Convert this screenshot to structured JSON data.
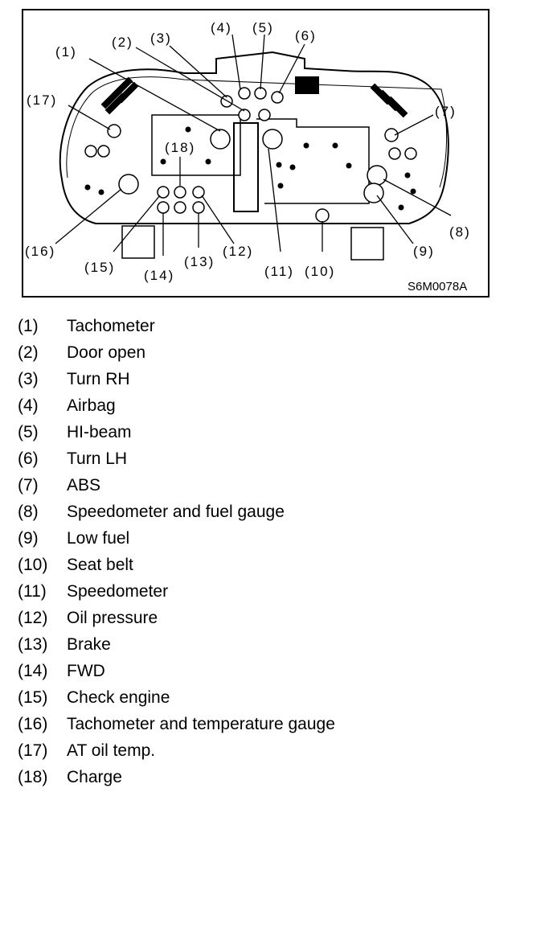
{
  "diagram": {
    "code": "S6M0078A",
    "callouts": [
      "(1)",
      "(2)",
      "(3)",
      "(4)",
      "(5)",
      "(6)",
      "(7)",
      "(8)",
      "(9)",
      "(10)",
      "(11)",
      "(12)",
      "(13)",
      "(14)",
      "(15)",
      "(16)",
      "(17)",
      "(18)"
    ]
  },
  "legend": [
    {
      "num": "(1)",
      "text": "Tachometer"
    },
    {
      "num": "(2)",
      "text": "Door open"
    },
    {
      "num": "(3)",
      "text": "Turn RH"
    },
    {
      "num": "(4)",
      "text": "Airbag"
    },
    {
      "num": "(5)",
      "text": "HI-beam"
    },
    {
      "num": "(6)",
      "text": "Turn LH"
    },
    {
      "num": "(7)",
      "text": "ABS"
    },
    {
      "num": "(8)",
      "text": "Speedometer and fuel gauge"
    },
    {
      "num": "(9)",
      "text": "Low fuel"
    },
    {
      "num": "(10)",
      "text": "Seat belt"
    },
    {
      "num": "(11)",
      "text": "Speedometer"
    },
    {
      "num": "(12)",
      "text": "Oil pressure"
    },
    {
      "num": "(13)",
      "text": "Brake"
    },
    {
      "num": "(14)",
      "text": "FWD"
    },
    {
      "num": "(15)",
      "text": "Check engine"
    },
    {
      "num": "(16)",
      "text": "Tachometer and temperature gauge"
    },
    {
      "num": "(17)",
      "text": "AT oil temp."
    },
    {
      "num": "(18)",
      "text": "Charge"
    }
  ]
}
